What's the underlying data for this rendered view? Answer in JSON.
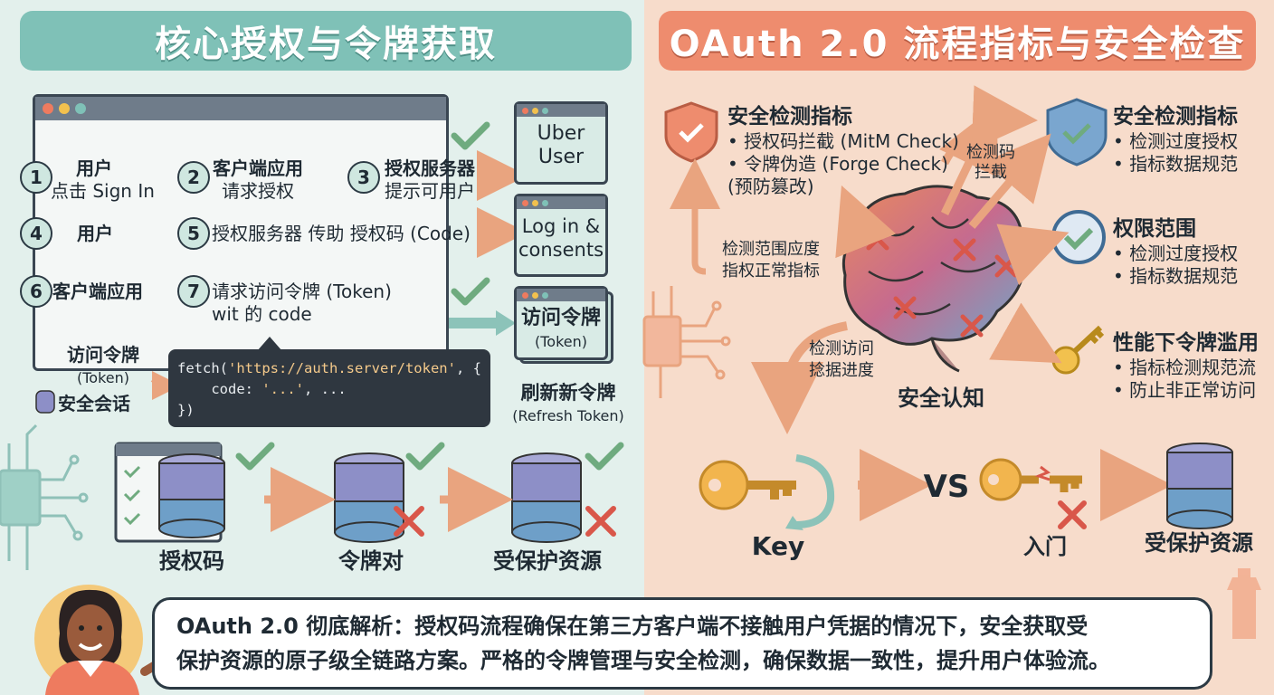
{
  "left_title": "核心授权与令牌获取",
  "right_title": "OAuth 2.0 流程指标与安全检查",
  "flow": {
    "steps": [
      {
        "num": "1",
        "line1": "用户",
        "line2": "点击 Sign In"
      },
      {
        "num": "2",
        "line1": "客户端应用",
        "line2": "请求授权"
      },
      {
        "num": "3",
        "line1": "授权服务器",
        "line2": "提示可用户"
      },
      {
        "num": "4",
        "line1": "用户",
        "line2": ""
      },
      {
        "num": "5",
        "line1": "授权服务器 传助 授权码 (Code)",
        "line2": ""
      },
      {
        "num": "6",
        "line1": "客户端应用",
        "line2": ""
      },
      {
        "num": "7",
        "line1": "请求访问令牌 (Token)",
        "line2": "wit 的 code"
      }
    ],
    "access_token_label": "访问令牌",
    "access_token_sub": "(Token)",
    "secure_session": "安全会话"
  },
  "cards": {
    "uber": [
      "Uber",
      "User"
    ],
    "login": [
      "Log in &",
      "consents"
    ],
    "token": [
      "访问令牌",
      "(Token)"
    ],
    "refresh_title": "刷新新令牌",
    "refresh_sub": "(Refresh Token)"
  },
  "code": {
    "l1a": "fetch(",
    "l1b": "'https://auth.server/token'",
    "l1c": ", {",
    "l2a": "    code: ",
    "l2b": "'...'",
    "l2c": ", ...",
    "l3": "})"
  },
  "pipeline": {
    "auth_code": "授权码",
    "token_pair": "令牌对",
    "protected": "受保护资源"
  },
  "right": {
    "security_left_title": "安全检测指标",
    "security_left_items": [
      "• 授权码拦截 (MitM Check)",
      "• 令牌伪造 (Forge Check)",
      "(预防篡改)"
    ],
    "detect_intercept": [
      "检测码",
      "拦截"
    ],
    "detect_scope": [
      "检测范围应度",
      "指权正常指标"
    ],
    "detect_access": [
      "检测访问",
      "捻据进度"
    ],
    "brain_label": "安全认知",
    "security_right_title": "安全检测指标",
    "security_right_items": [
      "• 检测过度授权",
      "• 指标数据规范"
    ],
    "scope_title": "权限范围",
    "scope_items": [
      "• 检测过度授权",
      "• 指标数据规范"
    ],
    "perf_title": "性能下令牌滥用",
    "perf_items": [
      "• 指标检测规范流",
      "• 防止非正常访问"
    ],
    "key_label": "Key",
    "vs": "VS",
    "entry_label": "入门",
    "protected_label": "受保护资源"
  },
  "summary": {
    "line1": "OAuth 2.0 彻底解析：授权码流程确保在第三方客户端不接触用户凭据的情况下，安全获取受",
    "line2": "保护资源的原子级全链路方案。严格的令牌管理与安全检测，确保数据一致性，提升用户体验流。"
  },
  "colors": {
    "teal": "#7fc1b7",
    "coral": "#ee8c6e",
    "arrow": "#e9a47f",
    "check": "#6fab7f",
    "cross": "#d9574a",
    "db_purple": "#8d8fc7",
    "db_blue": "#6e9fc8"
  }
}
